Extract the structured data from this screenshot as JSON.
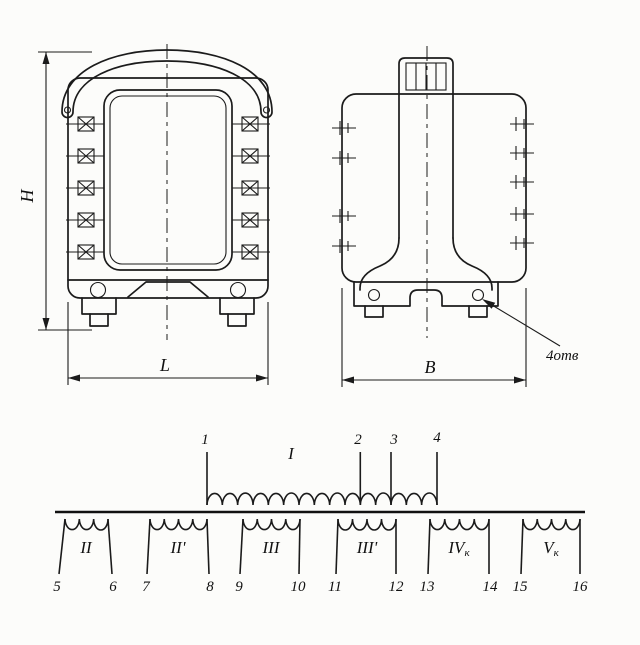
{
  "figure": {
    "front_view": {
      "height_dim": "H",
      "width_dim": "L"
    },
    "side_view": {
      "width_dim": "B",
      "holes_note": "4отв"
    },
    "schematic": {
      "primary_label": "I",
      "primary_terminals": [
        "1",
        "2",
        "3",
        "4"
      ],
      "secondaries": [
        {
          "label": "II",
          "sub": "",
          "t1": "5",
          "t2": "6"
        },
        {
          "label": "II'",
          "sub": "",
          "t1": "7",
          "t2": "8"
        },
        {
          "label": "III",
          "sub": "",
          "t1": "9",
          "t2": "10"
        },
        {
          "label": "III'",
          "sub": "",
          "t1": "11",
          "t2": "12"
        },
        {
          "label": "IV",
          "sub": "к",
          "t1": "13",
          "t2": "14"
        },
        {
          "label": "V",
          "sub": "к",
          "t1": "15",
          "t2": "16"
        }
      ]
    }
  }
}
